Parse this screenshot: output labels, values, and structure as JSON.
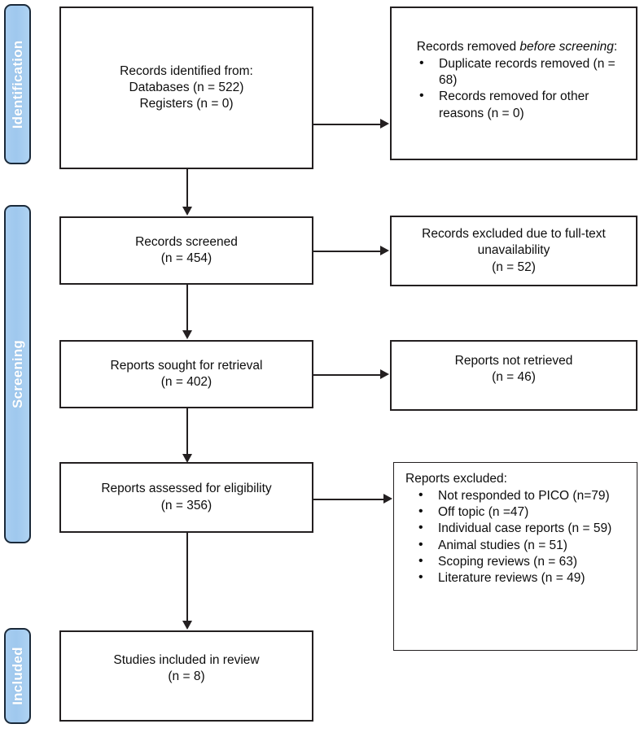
{
  "diagram": {
    "type": "prisma-flow-diagram",
    "accent_color": "#a7cdf0",
    "border_color": "#231f20",
    "tab_border_color": "#1b2a3a",
    "tab_label_color": "#ffffff"
  },
  "phases": [
    {
      "id": "identification",
      "label": "Identification"
    },
    {
      "id": "screening",
      "label": "Screening"
    },
    {
      "id": "included",
      "label": "Included"
    }
  ],
  "boxes": {
    "records_identified": {
      "lines": [
        "Records identified from:",
        "Databases (n = 522)",
        "Registers (n = 0)"
      ]
    },
    "records_removed": {
      "heading_prefix": "Records removed ",
      "heading_em": "before screening",
      "heading_suffix": ":",
      "items": [
        "Duplicate records removed (n = 68)",
        "Records removed for other reasons (n = 0)"
      ]
    },
    "records_screened": {
      "lines": [
        "Records screened",
        "(n = 454)"
      ]
    },
    "records_excluded_fulltext": {
      "lines": [
        "Records excluded due to full-text",
        "unavailability",
        "(n = 52)"
      ]
    },
    "reports_sought": {
      "lines": [
        "Reports sought for retrieval",
        "(n = 402)"
      ]
    },
    "reports_not_retrieved": {
      "lines": [
        "Reports not retrieved",
        "(n = 46)"
      ]
    },
    "reports_assessed": {
      "lines": [
        "Reports assessed for eligibility",
        "(n = 356)"
      ]
    },
    "reports_excluded": {
      "heading": "Reports excluded:",
      "items": [
        "Not responded to PICO (n=79)",
        "Off topic (n =47)",
        "Individual case reports (n = 59)",
        "Animal studies (n = 51)",
        "Scoping reviews (n = 63)",
        "Literature reviews (n = 49)"
      ]
    },
    "studies_included": {
      "lines": [
        "Studies included in review",
        "(n = 8)"
      ]
    }
  }
}
